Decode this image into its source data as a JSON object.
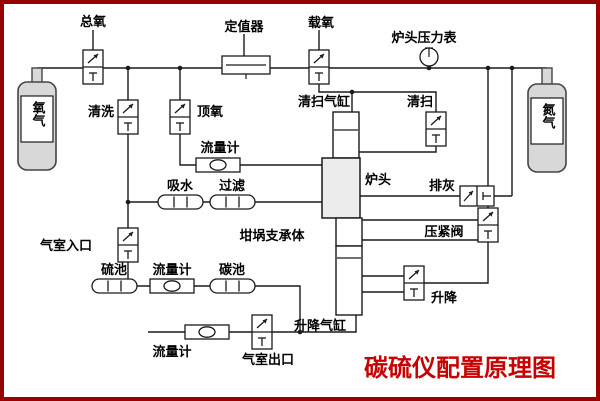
{
  "page": {
    "title_caption": "碳硫仪配置原理图"
  },
  "colors": {
    "border": "#990000",
    "caption": "#c80000",
    "line": "#1a1a1a",
    "cylinder_fill": "#d8d8d8",
    "block_fill": "#ececec"
  },
  "diagram": {
    "cylinders": {
      "left": "氧气",
      "right": "氮气"
    },
    "top_row": {
      "total_oxygen": "总氧",
      "regulator": "定值器",
      "carrier_oxygen": "载氧",
      "pressure_gauge": "炉头压力表"
    },
    "valves": {
      "purge": "清洗",
      "top_oxygen": "顶氧",
      "sweep": "清扫",
      "ash_discharge": "排灰",
      "press_valve": "压紧阀",
      "lift": "升降",
      "chamber_inlet": "气室入口",
      "chamber_outlet": "气室出口"
    },
    "meters": {
      "flow_top": "流量计",
      "flow_mid": "流量计",
      "flow_bottom": "流量计"
    },
    "filters": {
      "water_absorb": "吸水",
      "filter": "过滤",
      "sulfur_cell": "硫池",
      "carbon_cell": "碳池"
    },
    "blocks": {
      "sweep_cylinder": "清扫气缸",
      "furnace_head": "炉头",
      "crucible_support": "坩埚支承体",
      "lift_cylinder": "升降气缸"
    }
  }
}
